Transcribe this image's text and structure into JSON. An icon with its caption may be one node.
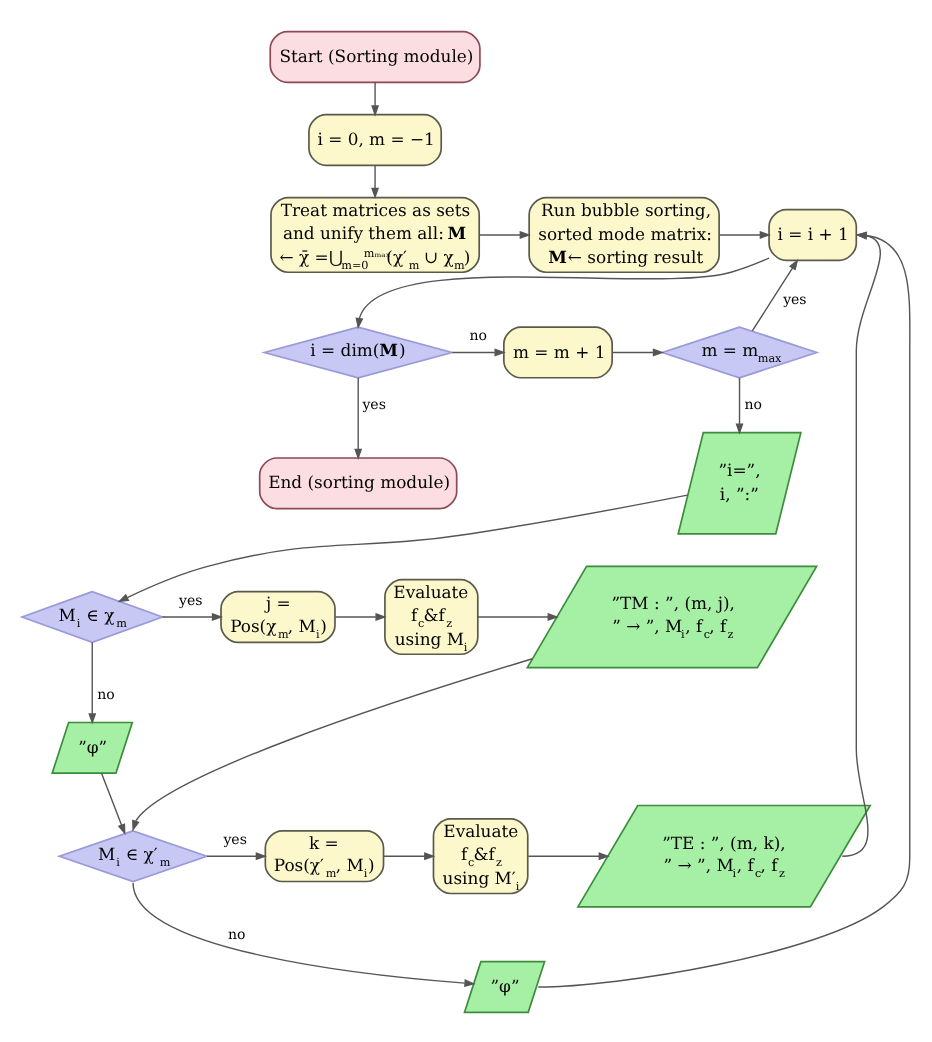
{
  "diagram": {
    "nodes": [
      {
        "text": [
          "Start (Sorting module)"
        ]
      },
      {
        "text": [
          "i = 0, m = −1"
        ]
      },
      {
        "text": [
          "Treat matrices as sets and unify them all: **M** ← χ̄ =⋃$_{m=0}$$^{mₘₐₓ}$(χ′$_{m}$ ∪ χ$_{m}$)"
        ]
      },
      {
        "text": [
          "Run bubble sorting, sorted mode matrix: **M**← sorting result"
        ]
      },
      {
        "text": [
          "i = i + 1"
        ]
      },
      {
        "text": [
          "i = dim(**M**)"
        ]
      },
      {
        "text": [
          "m = m + 1"
        ]
      },
      {
        "text": [
          "m = m$_{max}$"
        ]
      },
      {
        "text": [
          "End (sorting module)"
        ]
      },
      {
        "text": [
          "”i=”, i, ”:”"
        ]
      },
      {
        "text": [
          "M$_{i}$ ∈ χ$_{m}$"
        ]
      },
      {
        "text": [
          "j = Pos(χ$_{m}$, M$_{i}$)"
        ]
      },
      {
        "text": [
          "Evaluate f$_{c}$&f$_{z}$ using M$_{i}$"
        ]
      },
      {
        "text": [
          "”TM : ”, (m, j), ” → ”, M$_{i}$, f$_{c}$, f$_{z}$"
        ]
      },
      {
        "text": [
          "”φ”"
        ]
      },
      {
        "text": [
          "M$_{i}$ ∈ χ′$_{m}$"
        ]
      },
      {
        "text": [
          "k = Pos(χ′$_{m}$, M$_{i}$)"
        ]
      },
      {
        "text": [
          "Evaluate f$_{c}$&f$_{z}$ using M′$_{i}$"
        ]
      },
      {
        "text": [
          "”TE : ”, (m, k), ” → ”, M$_{i}$, f$_{c}$, f$_{z}$"
        ]
      },
      {
        "text": [
          "”φ”"
        ]
      }
    ],
    "edges": [
      {
        "from": 0,
        "to": 1,
        "arrow": "to"
      },
      {
        "from": 1,
        "to": 2,
        "arrow": "to"
      },
      {
        "from": 2,
        "to": 3,
        "arrow": "to"
      },
      {
        "from": 3,
        "to": 4,
        "arrow": "to"
      },
      {
        "from": 4,
        "to": 5,
        "arrow": "to"
      },
      {
        "from": 5,
        "to": 6,
        "arrow": "to",
        "label": "no"
      },
      {
        "from": 5,
        "to": 8,
        "arrow": "to",
        "label": "yes"
      },
      {
        "from": 6,
        "to": 7,
        "arrow": "to"
      },
      {
        "from": 7,
        "to": 4,
        "arrow": "to",
        "label": "yes"
      },
      {
        "from": 7,
        "to": 9,
        "arrow": "to",
        "label": "no"
      },
      {
        "from": 9,
        "to": 10,
        "arrow": "to"
      },
      {
        "from": 10,
        "to": 11,
        "arrow": "to",
        "label": "yes"
      },
      {
        "from": 11,
        "to": 12,
        "arrow": "to"
      },
      {
        "from": 12,
        "to": 13,
        "arrow": "to"
      },
      {
        "from": 10,
        "to": 14,
        "arrow": "to",
        "label": "no"
      },
      {
        "from": 14,
        "to": 15,
        "arrow": "to"
      },
      {
        "from": 13,
        "to": 15,
        "arrow": "to"
      },
      {
        "from": 15,
        "to": 16,
        "arrow": "to",
        "label": "yes"
      },
      {
        "from": 16,
        "to": 17,
        "arrow": "to"
      },
      {
        "from": 17,
        "to": 18,
        "arrow": "to"
      },
      {
        "from": 18,
        "to": 4,
        "arrow": "to"
      },
      {
        "from": 15,
        "to": 19,
        "arrow": "to",
        "label": "no"
      },
      {
        "from": 19,
        "to": 4,
        "arrow": "to"
      }
    ]
  }
}
